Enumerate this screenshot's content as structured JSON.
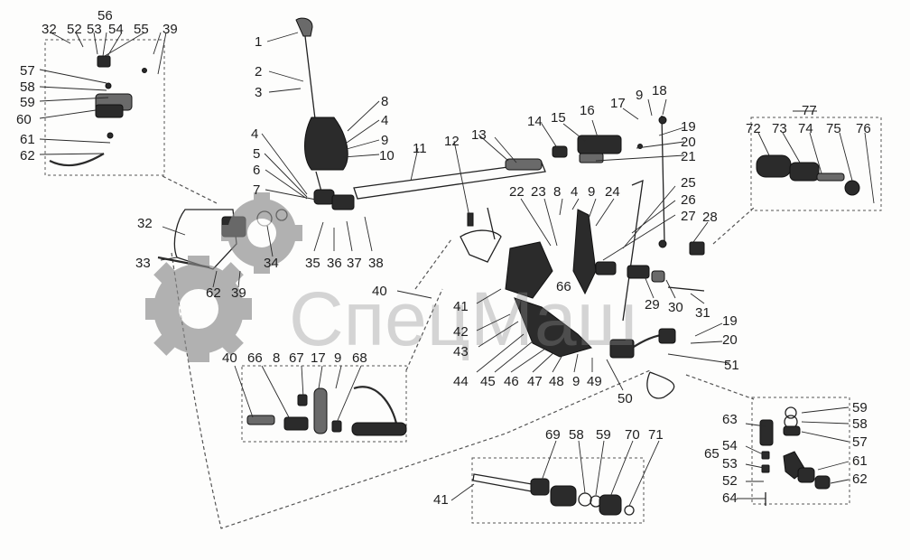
{
  "watermark": {
    "text": "СпецМаш",
    "color": "#8a8a8a"
  },
  "callouts": [
    "32",
    "52",
    "53",
    "54",
    "55",
    "56",
    "39",
    "57",
    "58",
    "59",
    "60",
    "61",
    "62",
    "1",
    "2",
    "3",
    "8",
    "4",
    "9",
    "10",
    "4",
    "5",
    "6",
    "7",
    "11",
    "12",
    "13",
    "14",
    "15",
    "16",
    "17",
    "9",
    "18",
    "19",
    "20",
    "21",
    "77",
    "72",
    "73",
    "74",
    "75",
    "76",
    "22",
    "23",
    "8",
    "4",
    "9",
    "24",
    "25",
    "26",
    "27",
    "28",
    "32",
    "33",
    "34",
    "35",
    "36",
    "37",
    "38",
    "62",
    "39",
    "40",
    "41",
    "42",
    "43",
    "44",
    "45",
    "46",
    "47",
    "48",
    "9",
    "49",
    "50",
    "51",
    "29",
    "30",
    "31",
    "19",
    "20",
    "66",
    "40",
    "66",
    "8",
    "67",
    "17",
    "9",
    "68",
    "69",
    "58",
    "59",
    "70",
    "71",
    "41",
    "59",
    "58",
    "57",
    "63",
    "54",
    "65",
    "53",
    "52",
    "61",
    "62",
    "64"
  ]
}
